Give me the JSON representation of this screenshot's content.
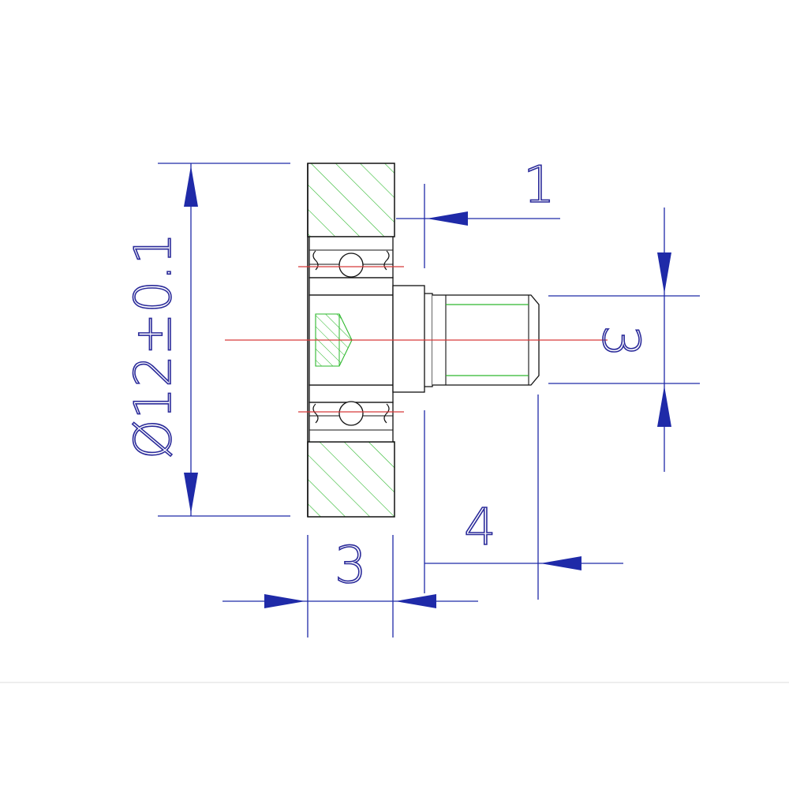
{
  "colors": {
    "outline": "#111111",
    "dimension": "#1f2aa8",
    "hatch": "#2db82d",
    "centerline": "#d83a3a",
    "background": "#ffffff"
  },
  "dimensions": {
    "diameter": "Ø12±0.1",
    "offset": "1",
    "thread_diameter": "3",
    "width": "3",
    "thread_length": "4"
  }
}
